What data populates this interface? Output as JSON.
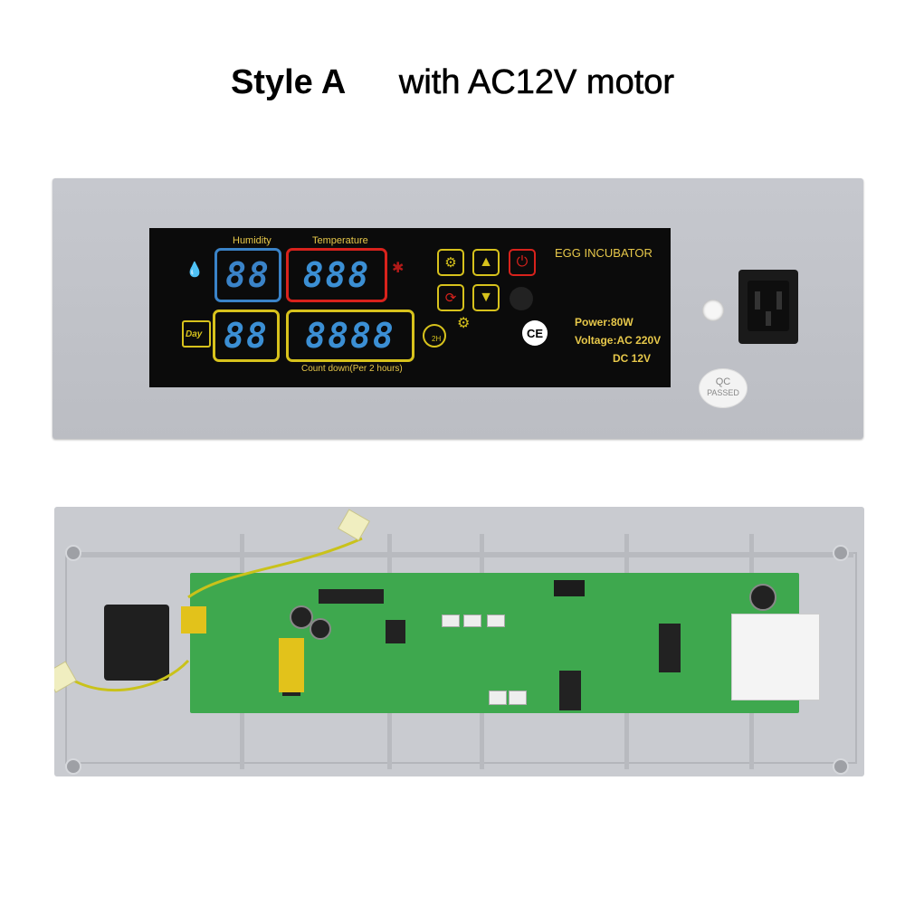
{
  "title": {
    "style": "Style A",
    "motor": "with AC12V motor"
  },
  "panel": {
    "humidity_label": "Humidity",
    "temperature_label": "Temperature",
    "humidity_digits": "88",
    "temperature_digits": "888",
    "day_label": "Day",
    "day_digits": "88",
    "countdown_digits": "8888",
    "countdown_label": "Count down(Per 2 hours)",
    "timer_label": "2H",
    "brand": "EGG INCUBATOR",
    "ce": "CE",
    "power": "Power:80W",
    "voltage": "Voltage:AC 220V",
    "dc": "DC 12V",
    "qc": "QC",
    "qc_passed": "PASSED"
  },
  "colors": {
    "display_bg": "#0b0b0b",
    "accent_yellow": "#d7c21c",
    "accent_red": "#d8221c",
    "accent_blue": "#3a83c8",
    "pcb_green": "#3ea84e"
  }
}
